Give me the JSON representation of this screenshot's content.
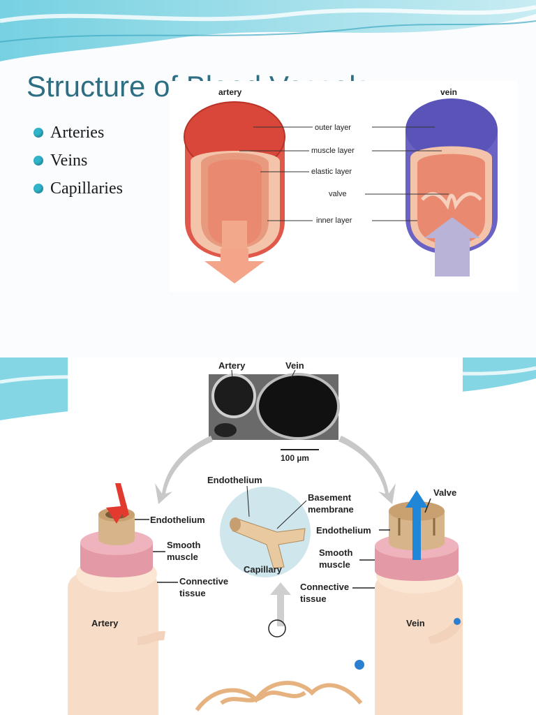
{
  "slide1": {
    "title": "Structure of Blood Vessels",
    "bullets": [
      {
        "label": "Arteries"
      },
      {
        "label": "Veins"
      },
      {
        "label": "Capillaries"
      }
    ],
    "diagram": {
      "artery_label": "artery",
      "vein_label": "vein",
      "layers": [
        "outer layer",
        "muscle layer",
        "elastic layer",
        "valve",
        "inner layer"
      ]
    }
  },
  "slide2": {
    "micrograph": {
      "artery_label": "Artery",
      "vein_label": "Vein",
      "scale_bar": "100 µm"
    },
    "capillary": {
      "endothelium": "Endothelium",
      "basement_1": "Basement",
      "basement_2": "membrane",
      "capillary": "Capillary"
    },
    "artery": {
      "endothelium": "Endothelium",
      "smooth_1": "Smooth",
      "smooth_2": "muscle",
      "connective_1": "Connective",
      "connective_2": "tissue",
      "name": "Artery"
    },
    "vein": {
      "valve": "Valve",
      "endothelium": "Endothelium",
      "smooth_1": "Smooth",
      "smooth_2": "muscle",
      "connective_1": "Connective",
      "connective_2": "tissue",
      "name": "Vein"
    }
  },
  "colors": {
    "title": "#2e6e83",
    "bullet": "#2fb6cc",
    "artery_red": "#e0584a",
    "vein_blue": "#6a63c4"
  }
}
